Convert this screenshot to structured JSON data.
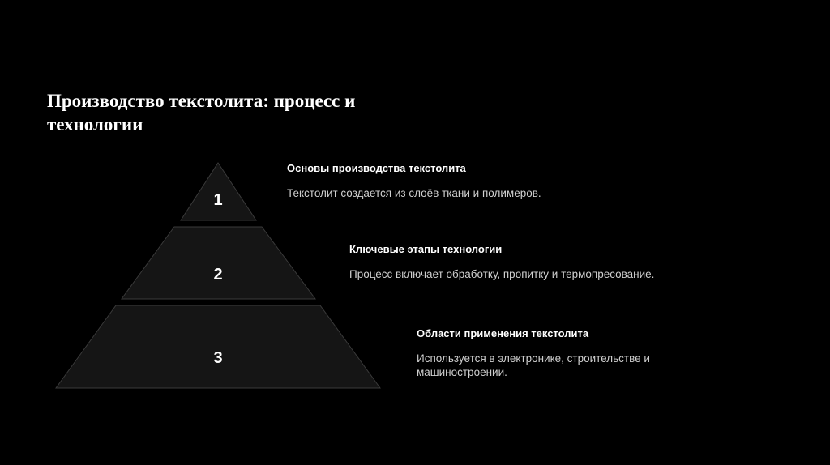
{
  "slide": {
    "title": "Производство текстолита: процесс и технологии",
    "background": "#000000"
  },
  "pyramid": {
    "fill": "#151515",
    "stroke": "#3a3a3a",
    "tiers": [
      {
        "number": "1"
      },
      {
        "number": "2"
      },
      {
        "number": "3"
      }
    ]
  },
  "items": [
    {
      "heading": "Основы производства текстолита",
      "description": "Текстолит создается из слоёв ткани и полимеров."
    },
    {
      "heading": "Ключевые этапы технологии",
      "description": "Процесс включает обработку, пропитку и термопресование."
    },
    {
      "heading": "Области применения текстолита",
      "description": "Используется в электронике, строительстве и машиностроении."
    }
  ]
}
